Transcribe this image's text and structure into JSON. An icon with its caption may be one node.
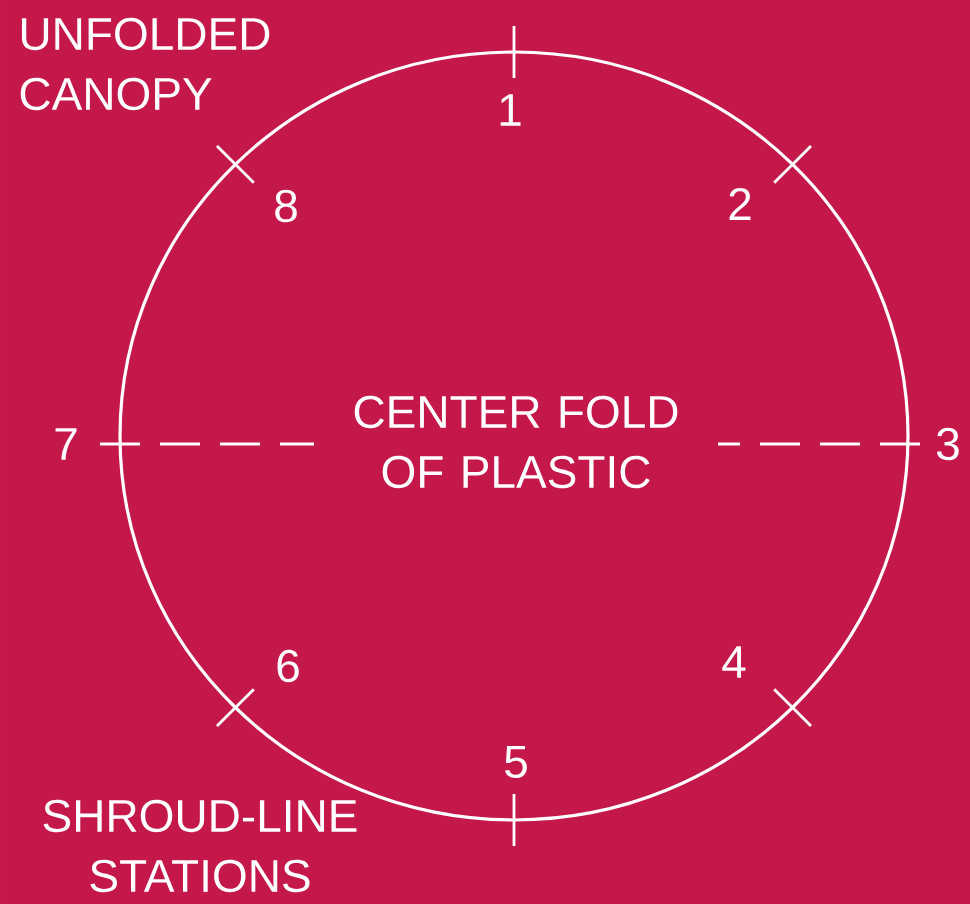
{
  "diagram": {
    "labels": [
      "UNFOLDED CANOPY",
      "1",
      "8",
      "2",
      "CENTER FOLD OF PLASTIC",
      "7",
      "3",
      "6",
      "4",
      "5",
      "SHROUD-LINE STATIONS"
    ]
  }
}
